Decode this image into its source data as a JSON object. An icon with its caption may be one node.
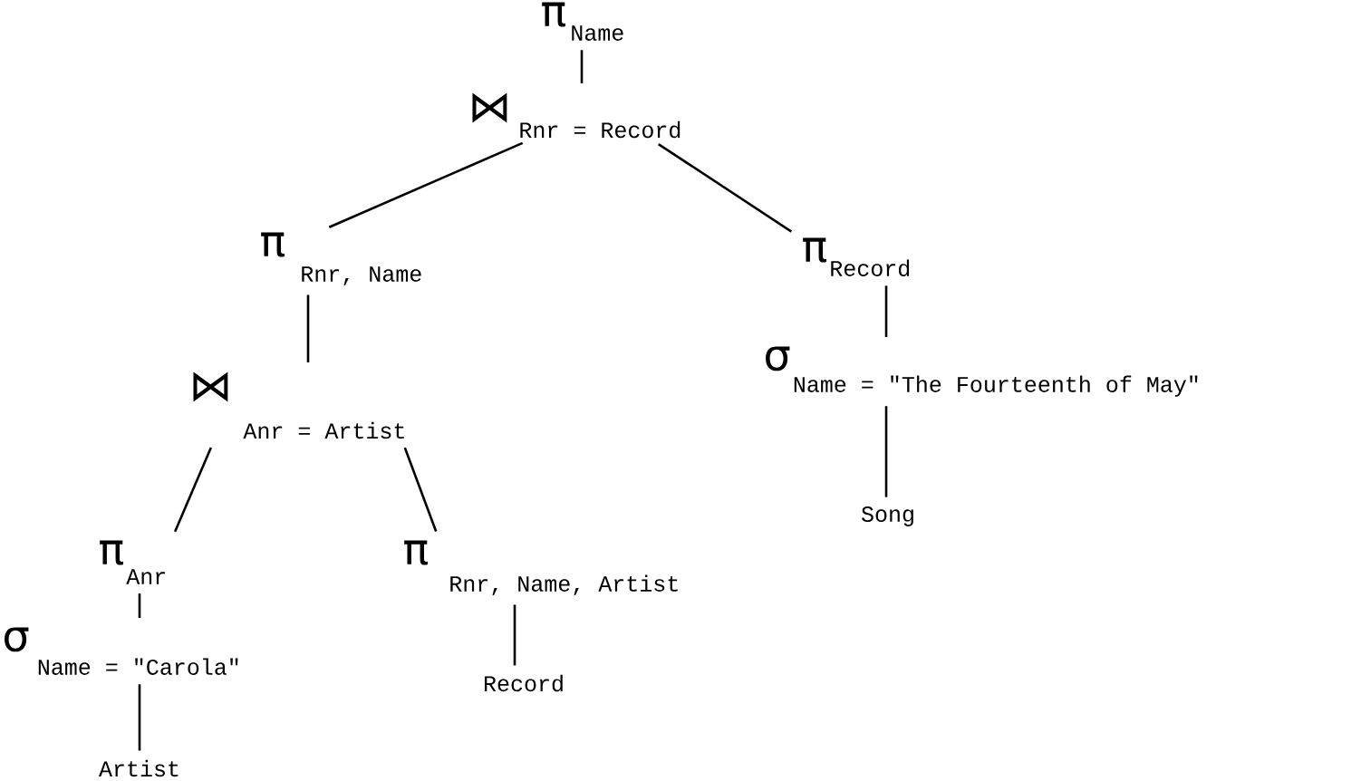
{
  "diagram": {
    "nodes": [
      {
        "text": [
          "π",
          "Name"
        ]
      },
      {
        "text": [
          "⋈",
          "Rnr = Record"
        ]
      },
      {
        "text": [
          "π",
          "Rnr, Name"
        ]
      },
      {
        "text": [
          "π",
          "Record"
        ]
      },
      {
        "text": [
          "⋈",
          "Anr = Artist"
        ]
      },
      {
        "text": [
          "σ",
          "Name = \"The Fourteenth of May\""
        ]
      },
      {
        "text": [
          "Song"
        ]
      },
      {
        "text": [
          "π",
          "Anr"
        ]
      },
      {
        "text": [
          "π",
          "Rnr, Name, Artist"
        ]
      },
      {
        "text": [
          "σ",
          "Name = \"Carola\""
        ]
      },
      {
        "text": [
          "Record"
        ]
      },
      {
        "text": [
          "Artist"
        ]
      }
    ],
    "edges": [
      {
        "from": 0,
        "to": 1,
        "arrow": "none"
      },
      {
        "from": 1,
        "to": 2,
        "arrow": "none"
      },
      {
        "from": 1,
        "to": 3,
        "arrow": "none"
      },
      {
        "from": 2,
        "to": 4,
        "arrow": "none"
      },
      {
        "from": 3,
        "to": 5,
        "arrow": "none"
      },
      {
        "from": 5,
        "to": 6,
        "arrow": "none"
      },
      {
        "from": 4,
        "to": 7,
        "arrow": "none"
      },
      {
        "from": 4,
        "to": 8,
        "arrow": "none"
      },
      {
        "from": 7,
        "to": 9,
        "arrow": "none"
      },
      {
        "from": 8,
        "to": 10,
        "arrow": "none"
      },
      {
        "from": 9,
        "to": 11,
        "arrow": "none"
      }
    ]
  }
}
